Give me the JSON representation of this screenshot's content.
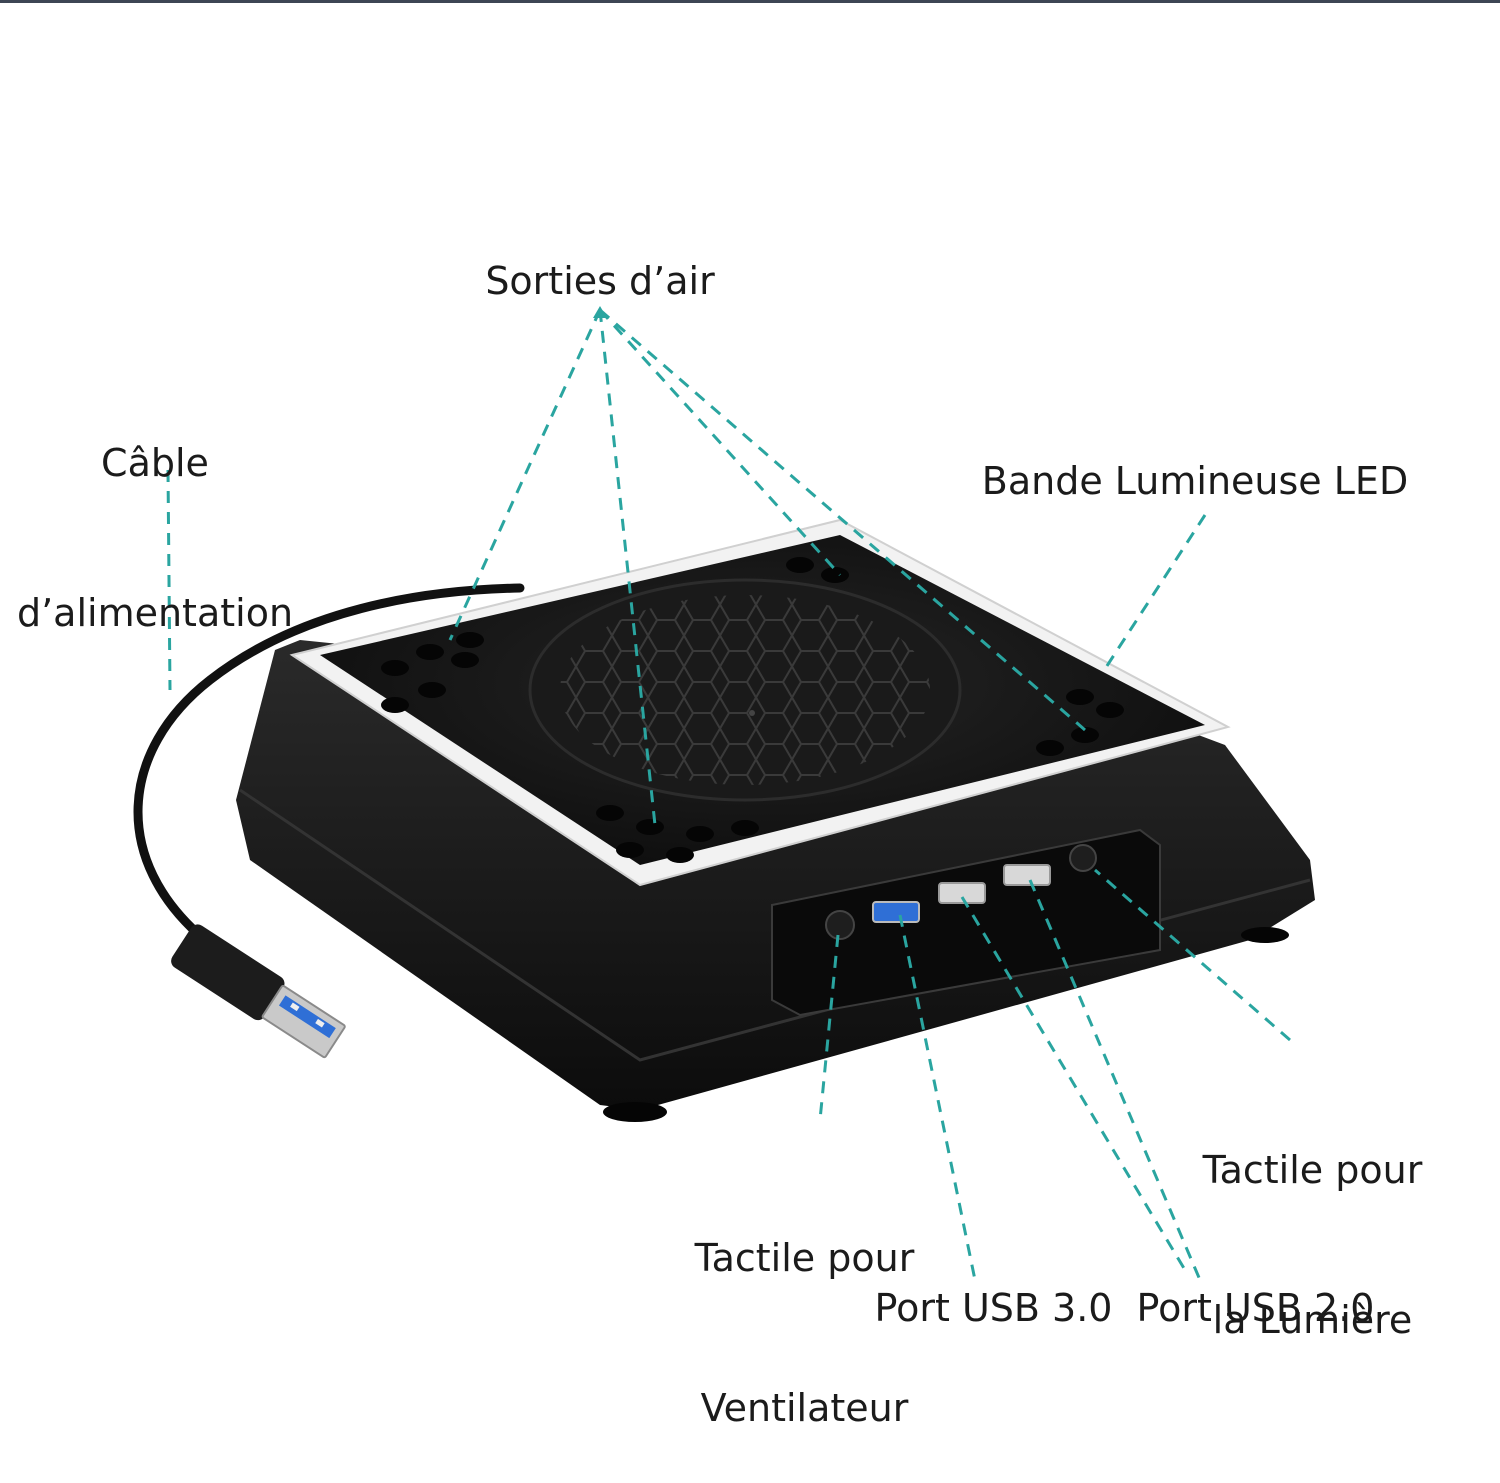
{
  "labels": {
    "air_outlets": "Sorties d’air",
    "power_cable_line1": "Câble",
    "power_cable_line2": "d’alimentation",
    "led_strip": "Bande Lumineuse LED",
    "light_touch_line1": "Tactile pour",
    "light_touch_line2": "la Lumière",
    "fan_touch_line1": "Tactile pour",
    "fan_touch_line2": "Ventilateur",
    "usb3_port": "Port USB 3.0",
    "usb2_port": "Port USB 2.0"
  },
  "colors": {
    "callout_line": "#2aa5a0",
    "device_body": "#161616",
    "led_strip": "#f2f2f2",
    "usb3_blue": "#2f6fd6",
    "text": "#1b1b1b"
  },
  "icons": {
    "device": "cooling-fan-stand",
    "plug": "usb-a-plug"
  }
}
